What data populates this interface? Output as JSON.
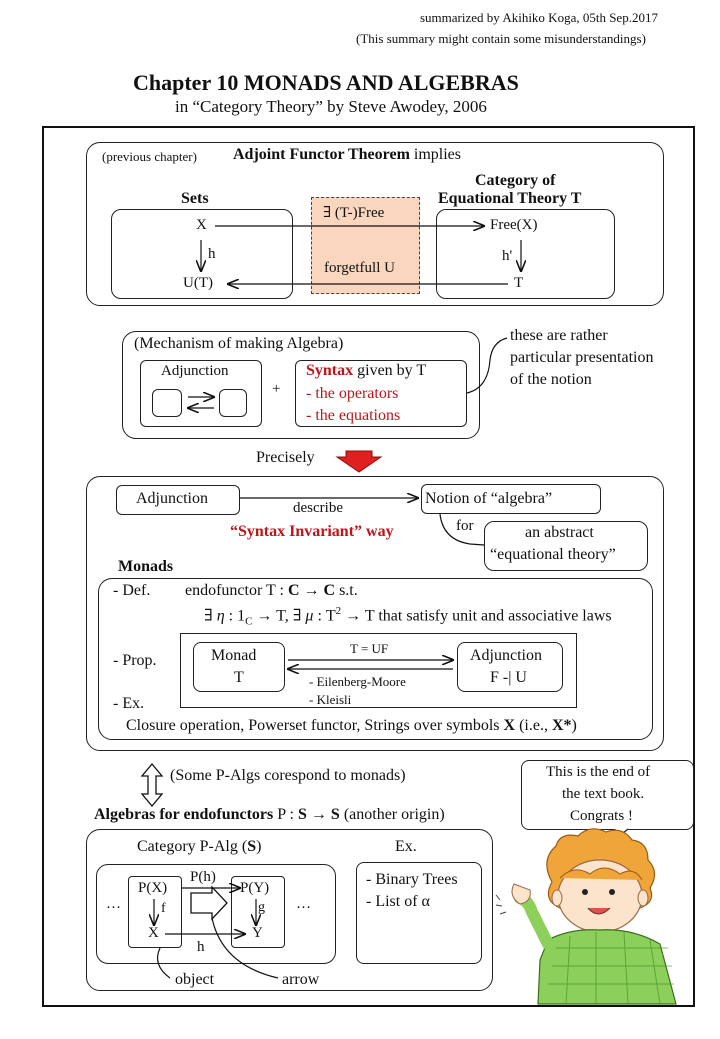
{
  "header": {
    "credit": "summarized by Akihiko Koga, 05th Sep.2017",
    "disclaimer": "(This summary might contain some misunderstandings)",
    "title": "Chapter 10 MONADS AND ALGEBRAS",
    "subtitle": "in “Category Theory” by Steve Awodey, 2006"
  },
  "aft": {
    "prev": "(previous chapter)",
    "theorem": "Adjoint Functor Theorem",
    "implies": "implies",
    "sets_label": "Sets",
    "cat_label_1": "Category of",
    "cat_label_2": "Equational Theory T",
    "x": "X",
    "h": "h",
    "ut": "U(T)",
    "free_label": "∃ (T-)Free",
    "forget_label": "forgetfull U",
    "freex": "Free(X)",
    "hprime": "h'",
    "t": "T"
  },
  "mechanism": {
    "title": "(Mechanism of making Algebra)",
    "adjunction": "Adjunction",
    "plus": "+",
    "syntax": "Syntax",
    "given_by": " given by T",
    "operators": "- the operators",
    "equations": "- the equations",
    "note_1": "these are rather",
    "note_2": "particular presentation",
    "note_3": "of the notion"
  },
  "precisely": "Precisely",
  "monads": {
    "adjunction": "Adjunction",
    "describe": "describe",
    "notion": "Notion of  “algebra”",
    "syntax_invariant": "“Syntax Invariant” way",
    "for": "for",
    "abstract_1": "an abstract",
    "abstract_2": "“equational theory”",
    "heading": "Monads",
    "def_label": "- Def.",
    "def_text": "endofunctor T : C → C s.t.",
    "def_line2": "∃ η : 1C → T, ∃ μ : T² → T that satisfy unit and associative laws",
    "prop_label": "- Prop.",
    "monad": "Monad",
    "monad_t": "T",
    "t_uf": "T = UF",
    "em": "- Eilenberg-Moore",
    "kleisli": "- Kleisli",
    "adj_right": "Adjunction",
    "f_u": "F -| U",
    "ex_label": "- Ex.",
    "examples": "Closure operation, Powerset functor, Strings over symbols X (i.e., X*)"
  },
  "correspond": "(Some P-Algs corespond to  monads)",
  "bubble": {
    "line1": "This is the end of",
    "line2": "the text book.",
    "line3": "Congrats !"
  },
  "palg": {
    "heading": "Algebras for endofunctors",
    "heading_rest": " P : S → S (another origin)",
    "category": "Category P-Alg (",
    "category_s": "S",
    "category_close": ")",
    "ex": "Ex.",
    "ex1": "- Binary Trees",
    "ex2": "- List of  α",
    "px": "P(X)",
    "py": "P(Y)",
    "ph": "P(h)",
    "f": "f",
    "g": "g",
    "h_box": "h",
    "x": "X",
    "y": "Y",
    "h_bottom": "h",
    "dots": "…",
    "object": "object",
    "arrow": "arrow"
  }
}
